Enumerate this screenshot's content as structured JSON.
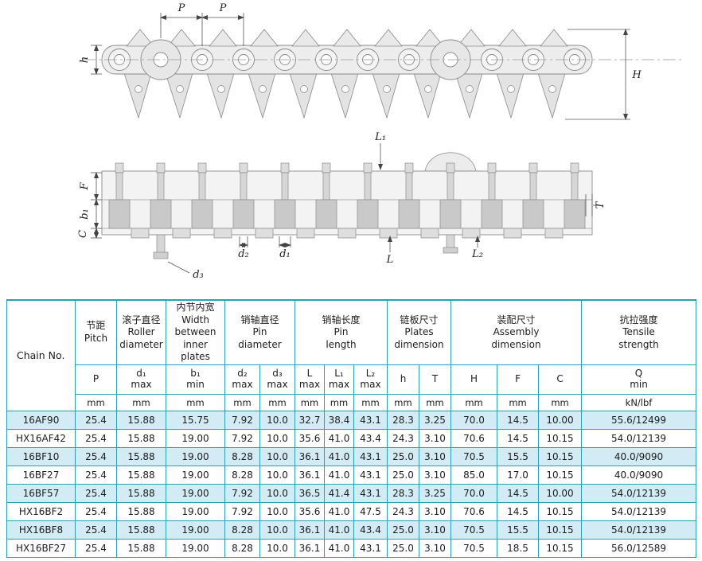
{
  "diagram": {
    "top": {
      "p1": "P",
      "p2": "P",
      "h": "h",
      "H": "H"
    },
    "bottom": {
      "l1": "L₁",
      "f": "F",
      "b1": "b₁",
      "c": "C",
      "t": "T",
      "d2": "d₂",
      "d1": "d₁",
      "l": "L",
      "l2": "L₂",
      "d3": "d₃"
    }
  },
  "table": {
    "chain_no_header": "Chain No.",
    "groups": [
      {
        "label": "节距\nPitch"
      },
      {
        "label": "滚子直径\nRoller\ndiameter"
      },
      {
        "label": "内节内宽\nWidth\nbetween\ninner plates"
      },
      {
        "label": "销轴直径\nPin\ndiameter"
      },
      {
        "label": "销轴长度\nPin\nlength"
      },
      {
        "label": "链板尺寸\nPlates\ndimension"
      },
      {
        "label": "装配尺寸\nAssembly\ndimension"
      },
      {
        "label": "抗拉强度\nTensile\nstrength"
      }
    ],
    "symbols": [
      "P",
      "d₁\nmax",
      "b₁\nmin",
      "d₂\nmax",
      "d₃\nmax",
      "L\nmax",
      "L₁\nmax",
      "L₂\nmax",
      "h",
      "T",
      "H",
      "F",
      "C",
      "Q\nmin"
    ],
    "units": [
      "mm",
      "mm",
      "mm",
      "mm",
      "mm",
      "mm",
      "mm",
      "mm",
      "mm",
      "mm",
      "mm",
      "mm",
      "mm",
      "kN/lbf"
    ],
    "rows": [
      [
        "16AF90",
        "25.4",
        "15.88",
        "15.75",
        "7.92",
        "10.0",
        "32.7",
        "38.4",
        "43.1",
        "28.3",
        "3.25",
        "70.0",
        "14.5",
        "10.00",
        "55.6/12499"
      ],
      [
        "HX16AF42",
        "25.4",
        "15.88",
        "19.00",
        "7.92",
        "10.0",
        "35.6",
        "41.0",
        "43.4",
        "24.3",
        "3.10",
        "70.6",
        "14.5",
        "10.15",
        "54.0/12139"
      ],
      [
        "16BF10",
        "25.4",
        "15.88",
        "19.00",
        "8.28",
        "10.0",
        "36.1",
        "41.0",
        "43.1",
        "25.0",
        "3.10",
        "70.5",
        "15.5",
        "10.15",
        "40.0/9090"
      ],
      [
        "16BF27",
        "25.4",
        "15.88",
        "19.00",
        "8.28",
        "10.0",
        "36.1",
        "41.0",
        "43.1",
        "25.0",
        "3.10",
        "85.0",
        "17.0",
        "10.15",
        "40.0/9090"
      ],
      [
        "16BF57",
        "25.4",
        "15.88",
        "19.00",
        "7.92",
        "10.0",
        "36.5",
        "41.4",
        "43.1",
        "28.3",
        "3.25",
        "70.0",
        "14.5",
        "10.00",
        "54.0/12139"
      ],
      [
        "HX16BF2",
        "25.4",
        "15.88",
        "19.00",
        "7.92",
        "10.0",
        "35.6",
        "41.0",
        "47.5",
        "24.3",
        "3.10",
        "70.6",
        "14.5",
        "10.15",
        "54.0/12139"
      ],
      [
        "HX16BF8",
        "25.4",
        "15.88",
        "19.00",
        "8.28",
        "10.0",
        "36.1",
        "41.0",
        "43.4",
        "25.0",
        "3.10",
        "70.5",
        "15.5",
        "10.15",
        "54.0/12139"
      ],
      [
        "HX16BF27",
        "25.4",
        "15.88",
        "19.00",
        "8.28",
        "10.0",
        "36.1",
        "41.0",
        "43.1",
        "25.0",
        "3.10",
        "70.5",
        "18.5",
        "10.15",
        "56.0/12589"
      ]
    ]
  }
}
